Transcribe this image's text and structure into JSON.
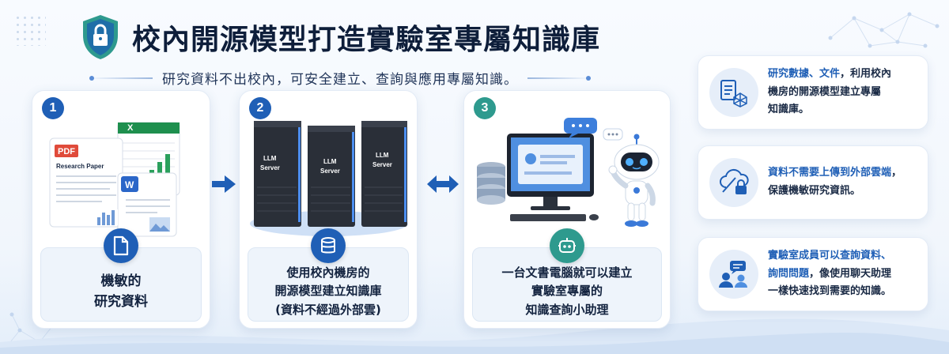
{
  "header": {
    "title": "校內開源模型打造實驗室專屬知識庫",
    "subtitle": "研究資料不出校內，可安全建立、查詢與應用專屬知識。"
  },
  "steps": [
    {
      "number": "1",
      "file_labels": {
        "pdf": "PDF",
        "paper": "Research Paper",
        "excel": "X",
        "word": "W"
      },
      "icon": "document-icon",
      "label_lines": [
        "機敏的",
        "研究資料"
      ]
    },
    {
      "number": "2",
      "server_label": [
        "LLM",
        "Server"
      ],
      "icon": "database-icon",
      "label_lines": [
        "使用校內機房的",
        "開源模型建立知識庫",
        "(資料不經過外部雲)"
      ]
    },
    {
      "number": "3",
      "icon": "robot-icon",
      "label_lines": [
        "一台文書電腦就可以建立",
        "實驗室專屬的",
        "知識查詢小助理"
      ]
    }
  ],
  "arrows": [
    "arrow-right-icon",
    "arrow-bidirectional-icon"
  ],
  "info_cards": [
    {
      "icon": "docs-network-icon",
      "highlight": "研究數據、文件",
      "rest_line1": "，利用校內",
      "rest_line2": "機房的開源模型建立專屬",
      "rest_line3": "知識庫。"
    },
    {
      "icon": "cloud-lock-icon",
      "highlight": "資料不需要上傳到外部雲端",
      "rest_line1": "，",
      "rest_line2": "保護機敏研究資訊。"
    },
    {
      "icon": "users-chat-icon",
      "highlight": "實驗室成員可以查詢資料、",
      "highlight2": "詢問問題",
      "rest_line1": "，像使用聊天助理",
      "rest_line2": "一樣快速找到需要的知識。"
    }
  ],
  "colors": {
    "primary": "#1f5fb6",
    "teal": "#2e9a8e",
    "title": "#0e1e3a",
    "card_label_bg": "#eef4fb"
  }
}
